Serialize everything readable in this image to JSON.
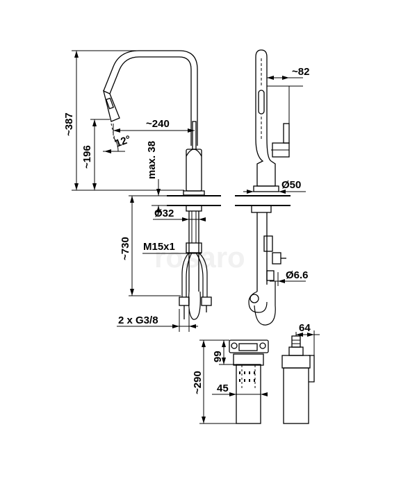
{
  "watermark": "rosaro",
  "dimensions": {
    "height_total": "~387",
    "height_spout": "~196",
    "angle": "12°",
    "reach": "~240",
    "deck_max": "max. 38",
    "base_dia": "Ø32",
    "hose_length": "~730",
    "thread": "M15x1",
    "connection": "2 x G3/8",
    "side_offset": "~82",
    "rosette_dia": "Ø50",
    "hole_dia": "Ø6.6",
    "weight_width": "64",
    "weight_height": "~290",
    "weight_top": "99",
    "weight_dia": "45"
  }
}
